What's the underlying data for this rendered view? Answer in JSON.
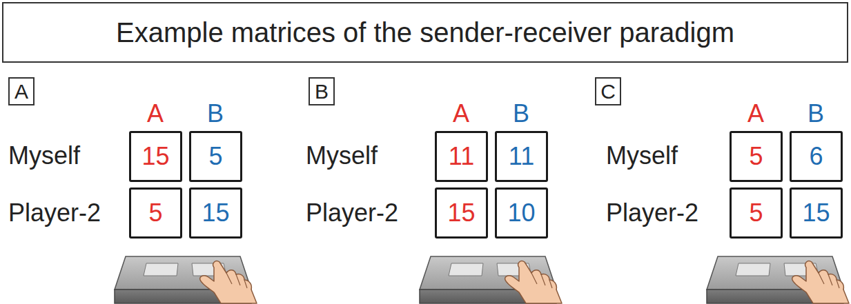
{
  "diagram": {
    "title": "Example matrices of the sender-receiver paradigm",
    "nodes": [
      {
        "text": [
          "Example matrices of the sender-receiver paradigm"
        ]
      },
      {
        "text": [
          "A"
        ]
      },
      {
        "text": [
          "15"
        ]
      },
      {
        "text": [
          "5"
        ]
      },
      {
        "text": [
          "5"
        ]
      },
      {
        "text": [
          "15"
        ]
      },
      {
        "text": [
          "B"
        ]
      },
      {
        "text": [
          "11"
        ]
      },
      {
        "text": [
          "11"
        ]
      },
      {
        "text": [
          "15"
        ]
      },
      {
        "text": [
          "10"
        ]
      },
      {
        "text": [
          "C"
        ]
      },
      {
        "text": [
          "5"
        ]
      },
      {
        "text": [
          "6"
        ]
      },
      {
        "text": [
          "5"
        ]
      },
      {
        "text": [
          "15"
        ]
      }
    ],
    "labels": [
      "A",
      "B",
      "Myself",
      "Player-2",
      "A",
      "B",
      "Myself",
      "Player-2",
      "A",
      "B",
      "Myself",
      "Player-2"
    ]
  }
}
